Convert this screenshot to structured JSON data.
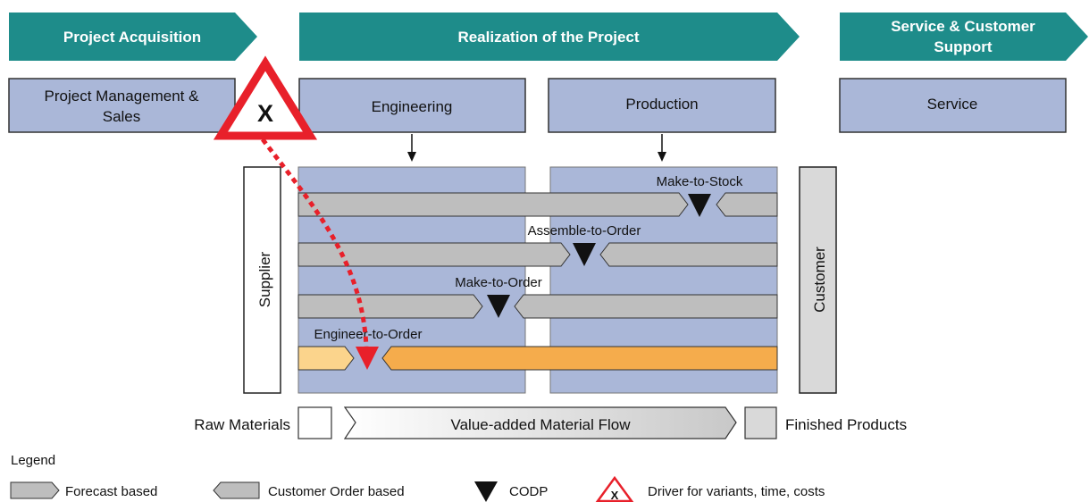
{
  "phases": [
    {
      "label": "Project Acquisition"
    },
    {
      "label": "Realization of the Project"
    },
    {
      "label_lines": [
        "Service & Customer",
        "Support"
      ]
    }
  ],
  "departments": [
    {
      "label_lines": [
        "Project Management &",
        "Sales"
      ]
    },
    {
      "label": "Engineering"
    },
    {
      "label": "Production"
    },
    {
      "label": "Service"
    }
  ],
  "side_labels": {
    "supplier": "Supplier",
    "customer": "Customer"
  },
  "strategies": [
    {
      "label": "Make-to-Stock"
    },
    {
      "label": "Assemble-to-Order"
    },
    {
      "label": "Make-to-Order"
    },
    {
      "label": "Engineer-to-Order"
    }
  ],
  "driver_marker": "X",
  "material_flow": {
    "raw": "Raw Materials",
    "flow": "Value-added Material Flow",
    "finished": "Finished Products"
  },
  "legend": {
    "title": "Legend",
    "forecast": "Forecast based",
    "customer_order": "Customer Order based",
    "codp": "CODP",
    "driver": "Driver for variants, time, costs",
    "driver_marker": "X"
  },
  "colors": {
    "teal": "#1e8c8a",
    "lavender": "#aab7d8",
    "gray_bar": "#bebebe",
    "orange": "#f5ac4c",
    "light_orange": "#fbd48c",
    "red": "#e8202a"
  }
}
